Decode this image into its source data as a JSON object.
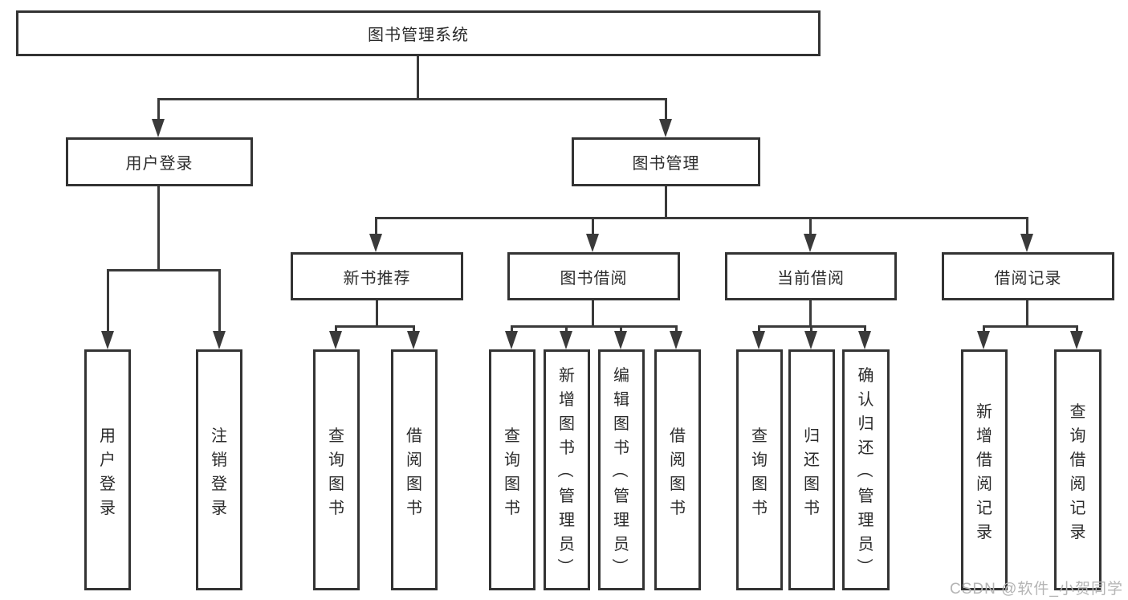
{
  "diagram": {
    "title": "图书管理系统",
    "root": {
      "label": "图书管理系统",
      "children": [
        {
          "label": "用户登录",
          "children": [
            {
              "label": "用户登录"
            },
            {
              "label": "注销登录"
            }
          ]
        },
        {
          "label": "图书管理",
          "children": [
            {
              "label": "新书推荐",
              "children": [
                {
                  "label": "查询图书"
                },
                {
                  "label": "借阅图书"
                }
              ]
            },
            {
              "label": "图书借阅",
              "children": [
                {
                  "label": "查询图书"
                },
                {
                  "label": "新增图书（管理员）"
                },
                {
                  "label": "编辑图书（管理员）"
                },
                {
                  "label": "借阅图书"
                }
              ]
            },
            {
              "label": "当前借阅",
              "children": [
                {
                  "label": "查询图书"
                },
                {
                  "label": "归还图书"
                },
                {
                  "label": "确认归还（管理员）"
                }
              ]
            },
            {
              "label": "借阅记录",
              "children": [
                {
                  "label": "新增借阅记录"
                },
                {
                  "label": "查询借阅记录"
                }
              ]
            }
          ]
        }
      ]
    }
  },
  "watermark": {
    "text": "CSDN @软件_小贺同学"
  },
  "colors": {
    "line": "#3a3a3a",
    "border": "#333333",
    "text": "#2b2b2b",
    "watermark": "#b5b5b5",
    "background": "#ffffff"
  }
}
